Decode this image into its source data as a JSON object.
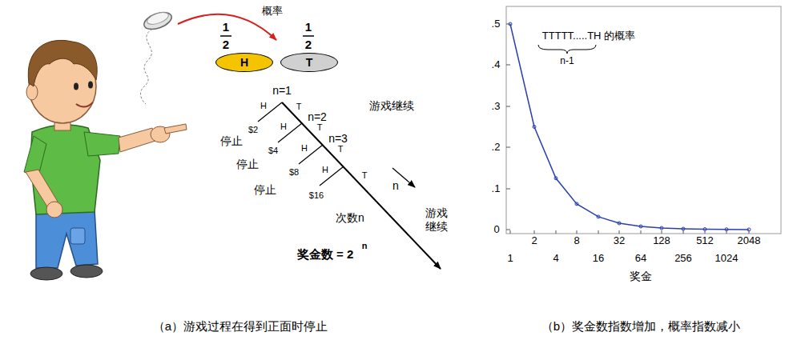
{
  "diagram": {
    "nodes": [
      {
        "text": [
          "H"
        ]
      },
      {
        "text": [
          "T"
        ]
      }
    ],
    "labels": [
      "概率",
      "1",
      "2",
      "1",
      "2",
      "n=1",
      "H",
      "T",
      "$2",
      "停止",
      "n=2",
      "H",
      "T",
      "$4",
      "停止",
      "n=3",
      "H",
      "T",
      "$8",
      "停止",
      "H",
      "T",
      "$16",
      "游戏继续",
      "n",
      "次数n",
      "游戏 继续",
      "奖金数 = 2",
      "n",
      ".5",
      ".4",
      ".3",
      ".2",
      ".1",
      "0",
      "1",
      "2",
      "4",
      "8",
      "16",
      "32",
      "64",
      "128",
      "256",
      "512",
      "1024",
      "2048",
      "TTTTT.....TH 的概率",
      "n-1",
      "奖金",
      "（a）游戏过程在得到正面时停止",
      "（b）奖金数指数增加，概率指数减小"
    ]
  }
}
